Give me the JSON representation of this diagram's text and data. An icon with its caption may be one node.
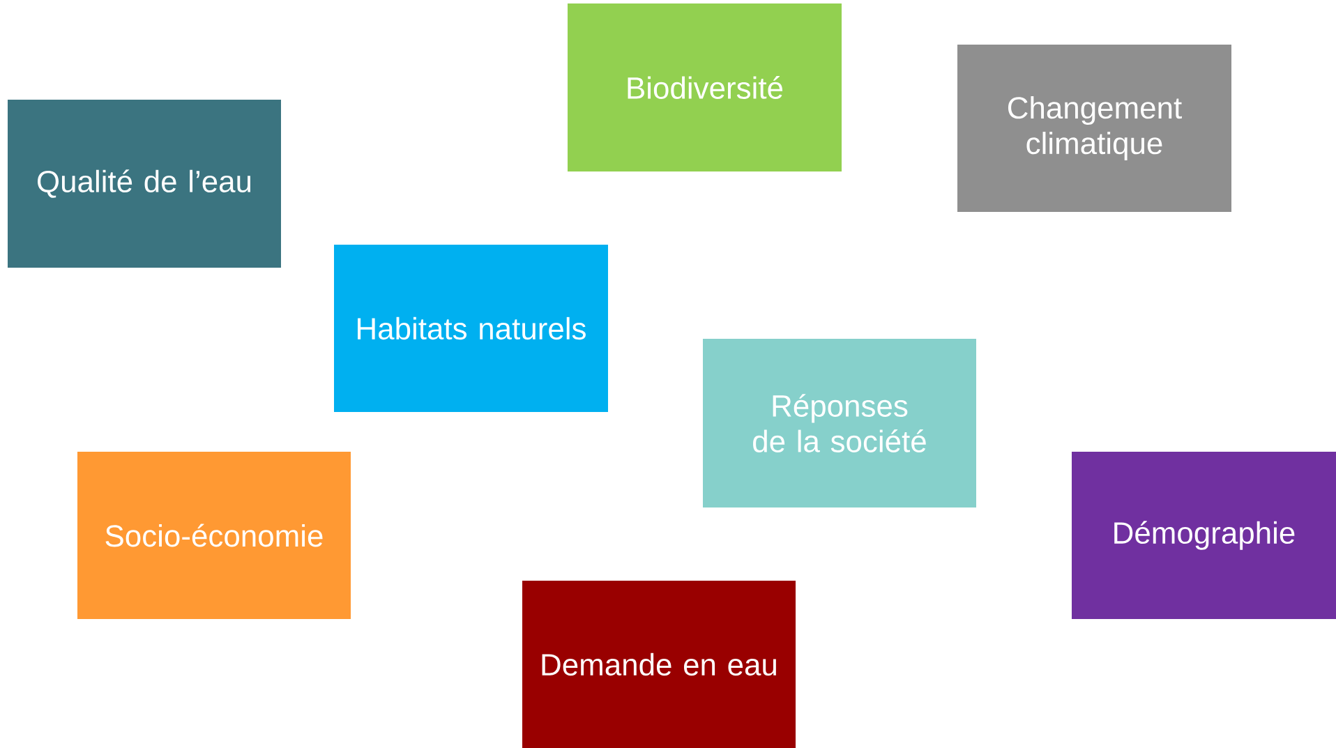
{
  "diagram": {
    "nodes": [
      {
        "text": [
          "Biodiversité"
        ]
      },
      {
        "text": [
          "Changement climatique"
        ]
      },
      {
        "text": [
          "Qualité de l’eau"
        ]
      },
      {
        "text": [
          "Habitats naturels"
        ]
      },
      {
        "text": [
          "Réponses de la société"
        ]
      },
      {
        "text": [
          "Socio-économie"
        ]
      },
      {
        "text": [
          "Démographie"
        ]
      },
      {
        "text": [
          "Demande en eau"
        ]
      }
    ]
  }
}
